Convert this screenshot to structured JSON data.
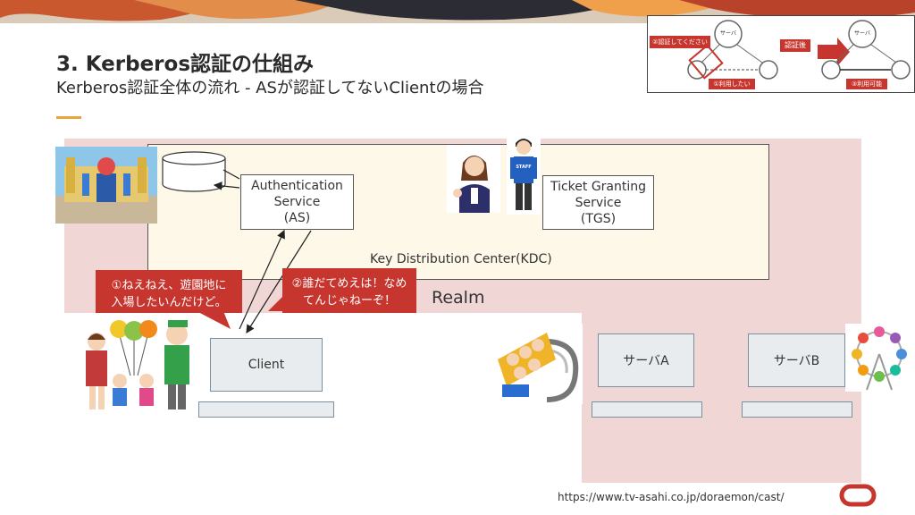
{
  "slide": {
    "title": "3. Kerberos認証の仕組み",
    "subtitle": "Kerberos認証全体の流れ - ASが認証してないClientの場合"
  },
  "kdc": {
    "label": "Key Distribution Center(KDC)",
    "as_line1": "Authentication",
    "as_line2": "Service",
    "as_line3": "(AS)",
    "tgs_line1": "Ticket Granting",
    "tgs_line2": "Service",
    "tgs_line3": "(TGS)"
  },
  "realm": {
    "label": "Realm"
  },
  "client": {
    "label": "Client"
  },
  "servers": {
    "a_label": "サーバA",
    "b_label": "サーバB"
  },
  "bubbles": {
    "client_line1": "①ねえねえ、遊園地に",
    "client_line2": "入場したいんだけど。",
    "as_line1": "②誰だてめえは！なめ",
    "as_line2": "てんじゃねーぞ！"
  },
  "inset": {
    "left_server": "サーバ",
    "right_server": "サーバ",
    "request_auth": "②認証してください",
    "want_use": "①利用したい",
    "after_auth": "認証後",
    "usable": "③利用可能"
  },
  "staff_badge": "STAFF",
  "source_url": "https://www.tv-asahi.co.jp/doraemon/cast/",
  "colors": {
    "accent": "#e8a33c",
    "realm_bg": "#f1d6d6",
    "bubble": "#c7362e",
    "logo": "#c7362e"
  }
}
